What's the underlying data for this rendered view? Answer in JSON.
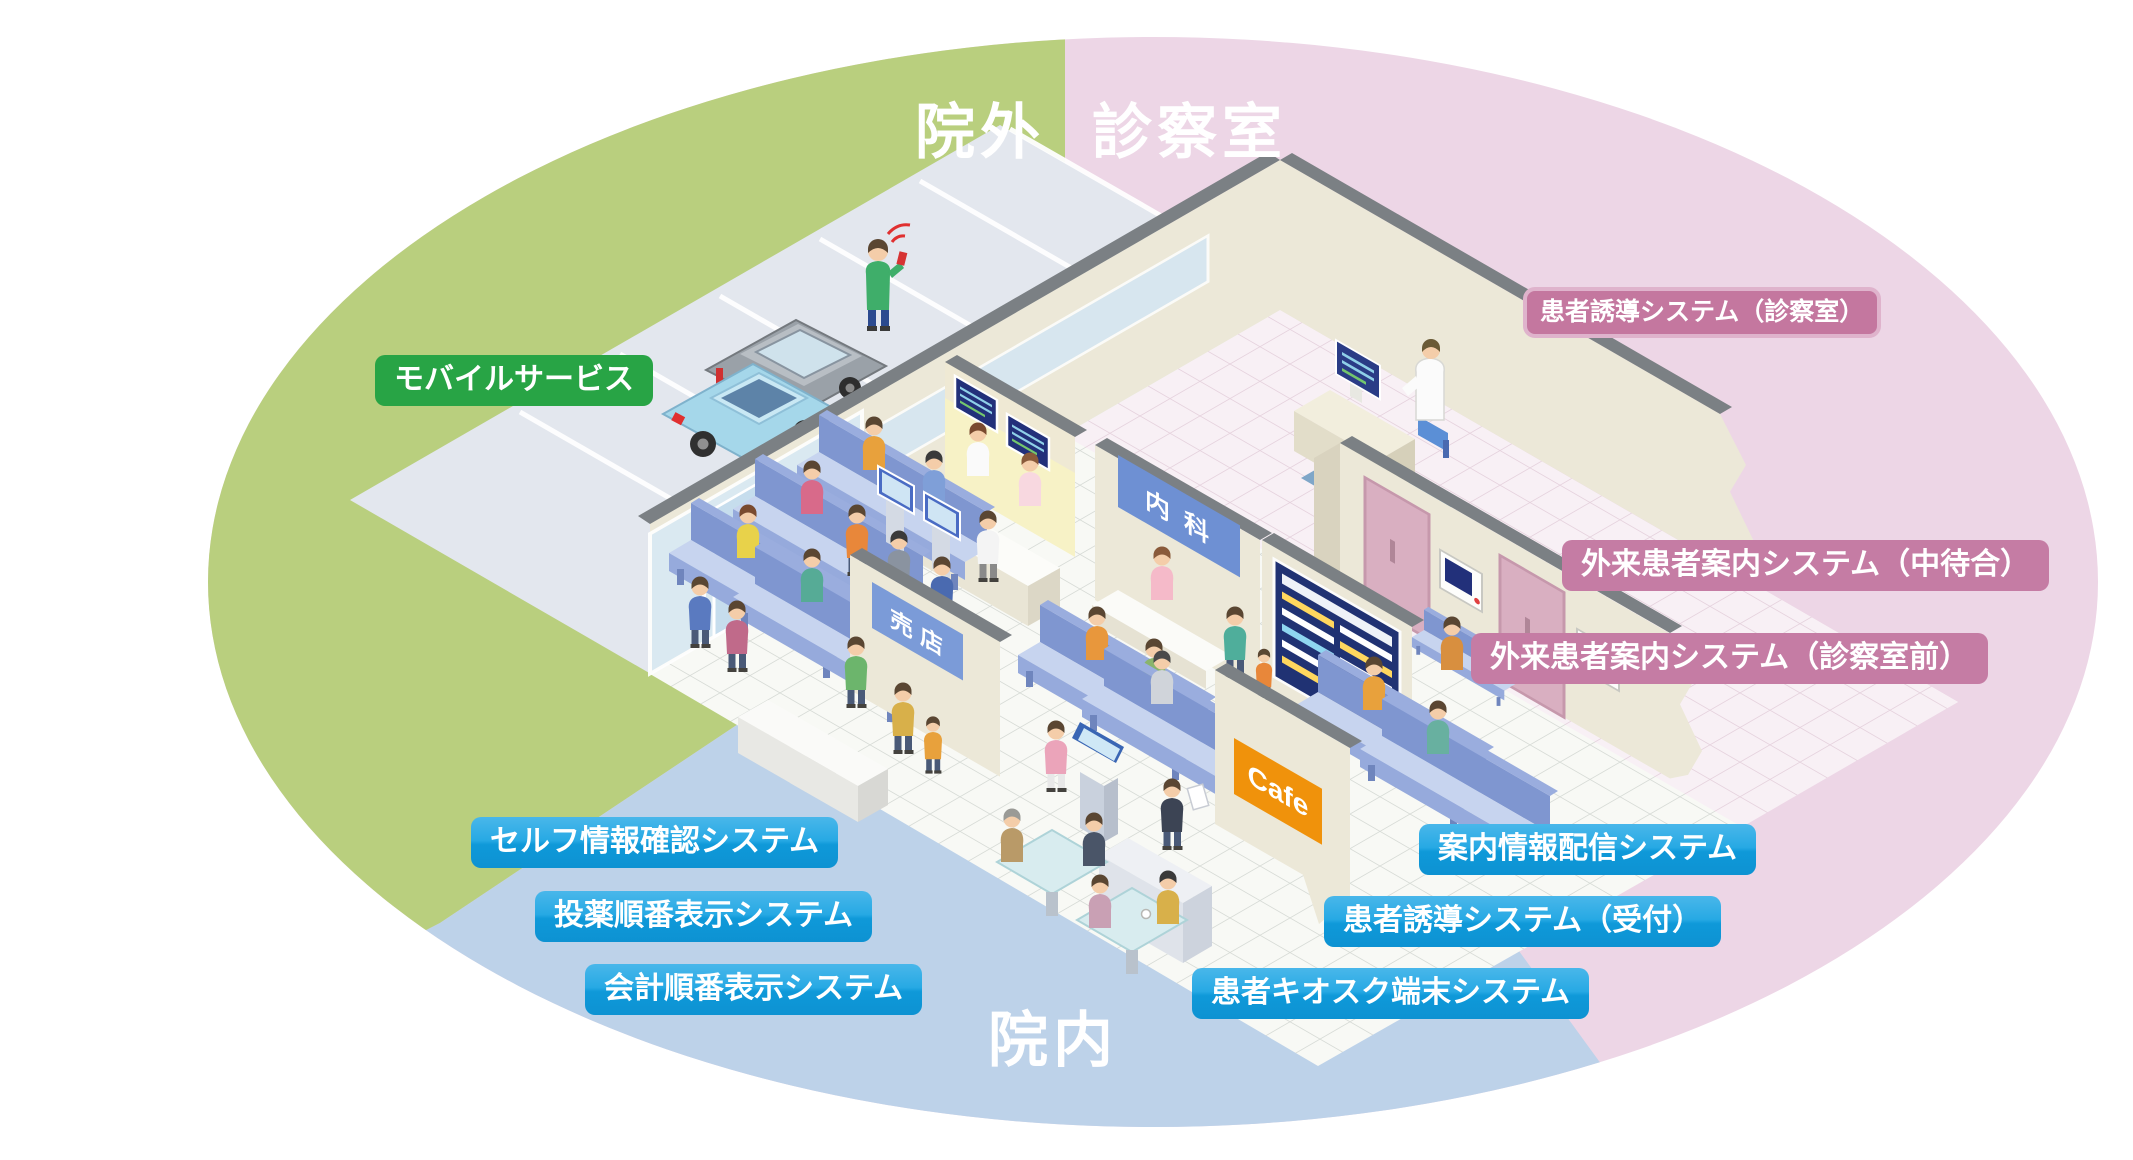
{
  "zones": {
    "outside_hospital": {
      "title": "院外",
      "color": "#b9cf7e"
    },
    "exam_room": {
      "title": "診察室",
      "color": "#edd6e6"
    },
    "inside_hospital": {
      "title": "院内",
      "color": "#bdd2e9"
    }
  },
  "system_labels": {
    "mobile_service": {
      "text": "モバイルサービス",
      "color": "#28a445"
    },
    "patient_guidance_exam": {
      "text": "患者誘導システム（診察室）",
      "color": "#c4779f"
    },
    "outpatient_guide_mid_waiting": {
      "text": "外来患者案内システム（中待合）",
      "color": "#c57ca4"
    },
    "outpatient_guide_exam_front": {
      "text": "外来患者案内システム（診察室前）",
      "color": "#c57ca4"
    },
    "self_info_check": {
      "text": "セルフ情報確認システム",
      "color": "#18a2e1"
    },
    "medication_order_display": {
      "text": "投薬順番表示システム",
      "color": "#18a2e1"
    },
    "billing_order_display": {
      "text": "会計順番表示システム",
      "color": "#18a2e1"
    },
    "guide_info_delivery": {
      "text": "案内情報配信システム",
      "color": "#18a2e1"
    },
    "patient_guidance_reception": {
      "text": "患者誘導システム（受付）",
      "color": "#18a2e1"
    },
    "patient_kiosk_terminal": {
      "text": "患者キオスク端末システム",
      "color": "#18a2e1"
    }
  },
  "scene_signs": {
    "internal_medicine": "内科",
    "shop": "売店",
    "cafe": "Cafe"
  }
}
